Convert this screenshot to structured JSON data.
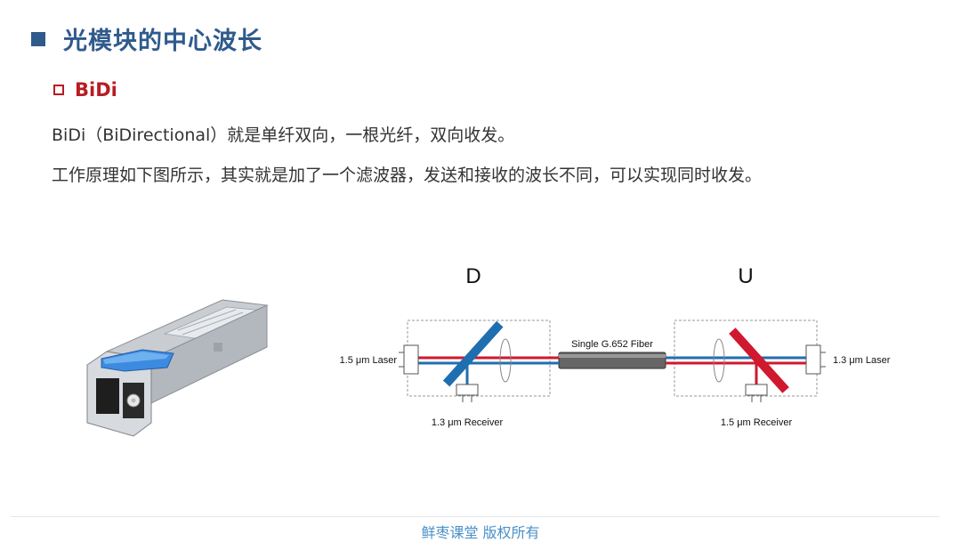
{
  "slide": {
    "title": "光模块的中心波长",
    "subtitle": "BiDi",
    "paragraph1": "BiDi（BiDirectional）就是单纤双向，一根光纤，双向收发。",
    "paragraph2": "工作原理如下图所示，其实就是加了一个滤波器，发送和接收的波长不同，可以实现同时收发。"
  },
  "diagram": {
    "label_d": "D",
    "label_u": "U",
    "left_laser": "1.5 μm Laser",
    "right_laser": "1.3 μm Laser",
    "left_receiver": "1.3 μm Receiver",
    "right_receiver": "1.5 μm Receiver",
    "fiber": "Single G.652 Fiber"
  },
  "colors": {
    "title_blue": "#2f5a8c",
    "accent_red": "#b81c22",
    "signal_red": "#d0182e",
    "signal_blue": "#1f6fb0",
    "footer_blue": "#4a90c8"
  },
  "footer": {
    "text": "鲜枣课堂  版权所有"
  }
}
